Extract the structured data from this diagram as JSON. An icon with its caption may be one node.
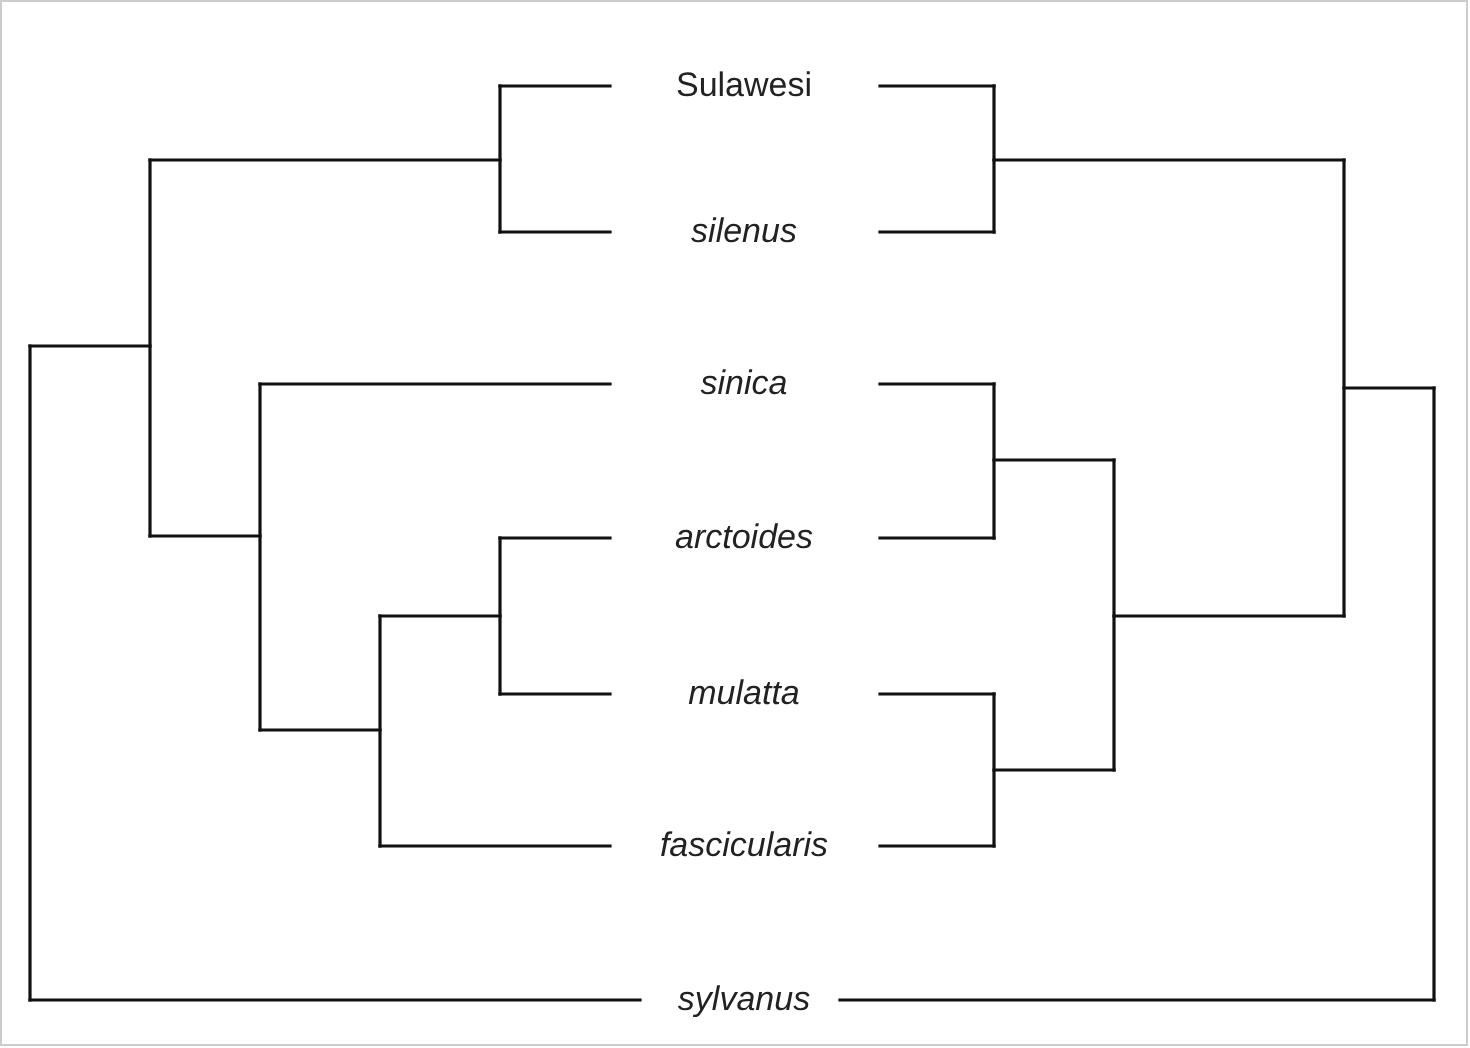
{
  "diagram": {
    "labels": [
      "Sulawesi",
      "silenus",
      "sinica",
      "arctoides",
      "mulatta",
      "fascicularis",
      "sylvanus"
    ]
  }
}
